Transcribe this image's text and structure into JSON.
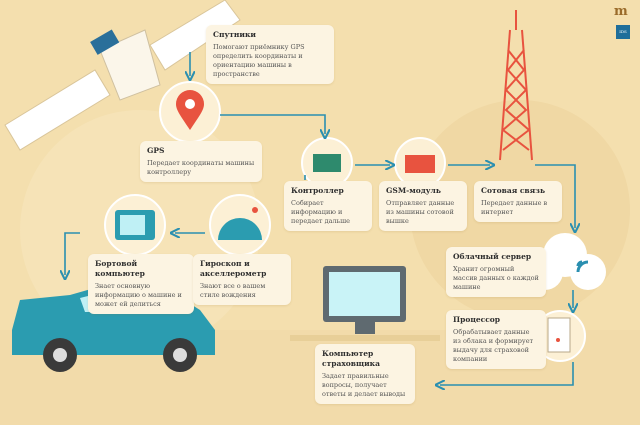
{
  "logos": {
    "brand_letter": "m",
    "brand_badge": "IDS"
  },
  "nodes": {
    "satellites": {
      "title": "Спутники",
      "text": "Помогают приёмнику GPS определить координаты и ориентацию машины в пространстве"
    },
    "gps": {
      "title": "GPS",
      "text": "Передает координаты машины контроллеру"
    },
    "controller": {
      "title": "Контроллер",
      "text": "Собирает информацию и передает дальше"
    },
    "gsm": {
      "title": "GSM-модуль",
      "text": "Отправляет данные из машины сотовой вышке"
    },
    "cellular": {
      "title": "Сотовая связь",
      "text": "Передает данные в интернет"
    },
    "cloud": {
      "title": "Облачный сервер",
      "text": "Хранит огромный массив данных о каждой машине"
    },
    "processor": {
      "title": "Процессор",
      "text": "Обрабатывает данные из облака и формирует выдачу для страховой компании"
    },
    "insurer": {
      "title": "Компьютер страховщика",
      "text": "Задает правильные вопросы, получает ответы и делает выводы"
    },
    "onboard": {
      "title": "Бортовой компьютер",
      "text": "Знает основную информацию о машине и может ей делиться"
    },
    "gyro": {
      "title": "Гироскоп и акселлерометр",
      "text": "Знают все о вашем стиле вождения"
    }
  },
  "colors": {
    "background": "#f4dfae",
    "accent": "#2a8fb0",
    "red": "#e8533f",
    "car": "#2b9cb0",
    "box": "#fcf4e2"
  }
}
